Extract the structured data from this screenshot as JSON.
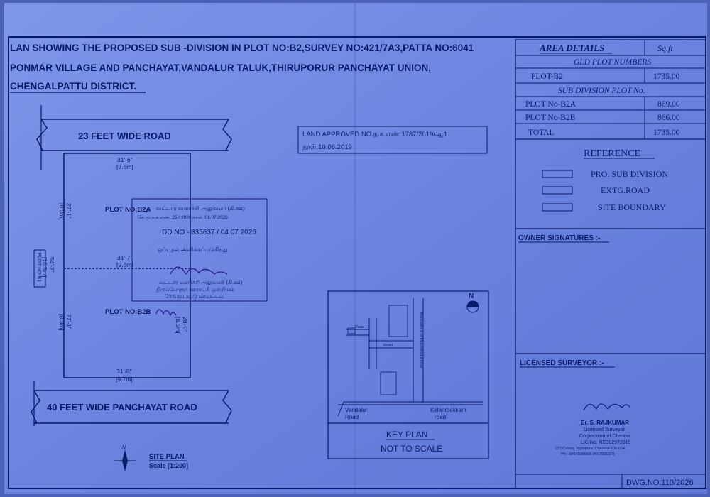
{
  "header": {
    "line1": "LAN SHOWING THE PROPOSED SUB -DIVISION IN PLOT NO:B2,SURVEY NO:421/7A3,PATTA NO:6041",
    "line2": "PONMAR VILLAGE AND  PANCHAYAT,VANDALUR TALUK,THIRUPORUR PANCHAYAT UNION,",
    "line3": "CHENGALPATTU DISTRICT."
  },
  "roads": {
    "top": "23 FEET WIDE  ROAD",
    "bottom": "40 FEET WIDE PANCHAYAT ROAD"
  },
  "dimensions": {
    "top_width": "31'-6\"",
    "top_width_m": "[9.6m]",
    "mid_width": "31'-7\"",
    "mid_width_m": "[9.6m]",
    "bottom_width": "31'-8\"",
    "bottom_width_m": "[9.7m]",
    "left_upper": "27'-1\"",
    "left_upper_m": "[8.3m]",
    "left_lower": "27'-1\"",
    "left_lower_m": "[8.3m]",
    "total_depth": "54'-2\"",
    "total_depth_m": "[16.5m]",
    "right_lower": "28'-0\"",
    "right_lower_m": "[8.5m]",
    "adjacent": "PLOT NO:B1"
  },
  "plots": {
    "upper": "PLOT NO:B2A",
    "lower": "PLOT NO:B2B"
  },
  "approval": {
    "line1": "LAND APPROVED NO.ந.க.எண்:1787/2019/ஆ1.",
    "line2": "நாள்:10.06.2019"
  },
  "stamp": {
    "title": "வட்டார வளர்ச்சி அலுவலர் (கி.ஊ)",
    "ref": "செ.மு.ந.க.எண். 25 / 2026 நாள். 01.07.2026",
    "note": "ஒப்புதல் அளிக்கப்படுகிறது",
    "dd": "DD NO - 835637 / 04.07.2026",
    "footer1": "வட்டார வளர்ச்சி அலுவலர் (கி.ஊ)",
    "footer2": "திருப்போரூர் ஊராட்சி ஒன்றியம்",
    "footer3": "செங்கல்பட்டு மாவட்டம்"
  },
  "area_details": {
    "title": "AREA  DETAILS",
    "unit": "Sq.ft",
    "old_header": "OLD PLOT NUMBERS",
    "old_rows": [
      {
        "label": "PLOT-B2",
        "value": "1735.00"
      }
    ],
    "sub_header": "SUB DIVISION PLOT No.",
    "sub_rows": [
      {
        "label": "PLOT No-B2A",
        "value": "869.00"
      },
      {
        "label": "PLOT No-B2B",
        "value": "866.00"
      }
    ],
    "total_label": "TOTAL",
    "total_value": "1735.00"
  },
  "reference": {
    "title": "REFERENCE",
    "items": [
      "PRO. SUB DIVISION",
      "EXTG.ROAD",
      "SITE BOUNDARY"
    ]
  },
  "owner_signatures": "OWNER SIGNATURES :-",
  "licensed_surveyor": "LICENSED SURVEYOR :-",
  "surveyor": {
    "name": "Er. S. RAJKUMAR",
    "title": "Licensed Surveyor",
    "org": "Corporation of Chennai",
    "lic": "LIC No: RE302972019",
    "address": "CIT Colony, Mylapore, Chennai-600 004.",
    "phone": "Ph : 9994032503, 8667531378"
  },
  "key_plan": {
    "title": "KEY PLAN",
    "subtitle": "NOT TO SCALE",
    "north": "N",
    "road1": "Vandalur",
    "road1b": "Road",
    "road2": "Kelambakkam",
    "road2b": "road",
    "road3": "Road",
    "road4": "Road",
    "side_road": "Mambakkam to Medavakkam Road"
  },
  "site_plan": {
    "title": "SITE PLAN",
    "scale": "Scale [1:200]",
    "compass_n": "N"
  },
  "drawing_no": "DWG.NO:110/2026",
  "colors": {
    "paper": "#6e86e0",
    "ink": "#0a1a6a",
    "stamp_ink": "#3a2aa0"
  }
}
